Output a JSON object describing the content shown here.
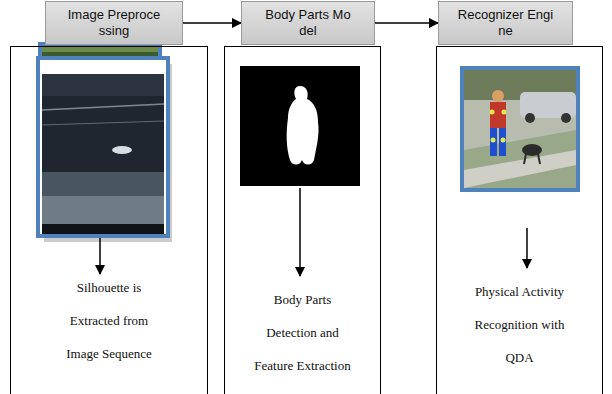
{
  "diagram": {
    "nodes": [
      {
        "text": [
          "Image Preproce ssing"
        ]
      },
      {
        "text": [
          "Body Parts Mo del"
        ]
      },
      {
        "text": [
          "Recognizer Engi ne"
        ]
      },
      {
        "text": [
          "Silhouette is Extracted from Image Sequence"
        ]
      },
      {
        "text": [
          "Body Parts Detection and Feature Extraction"
        ]
      },
      {
        "text": [
          "Physical Activity Recognition with QDA"
        ]
      }
    ],
    "edges": [
      {
        "from": 0,
        "to": 1,
        "arrow": "to"
      },
      {
        "from": 1,
        "to": 2,
        "arrow": "to"
      }
    ]
  }
}
